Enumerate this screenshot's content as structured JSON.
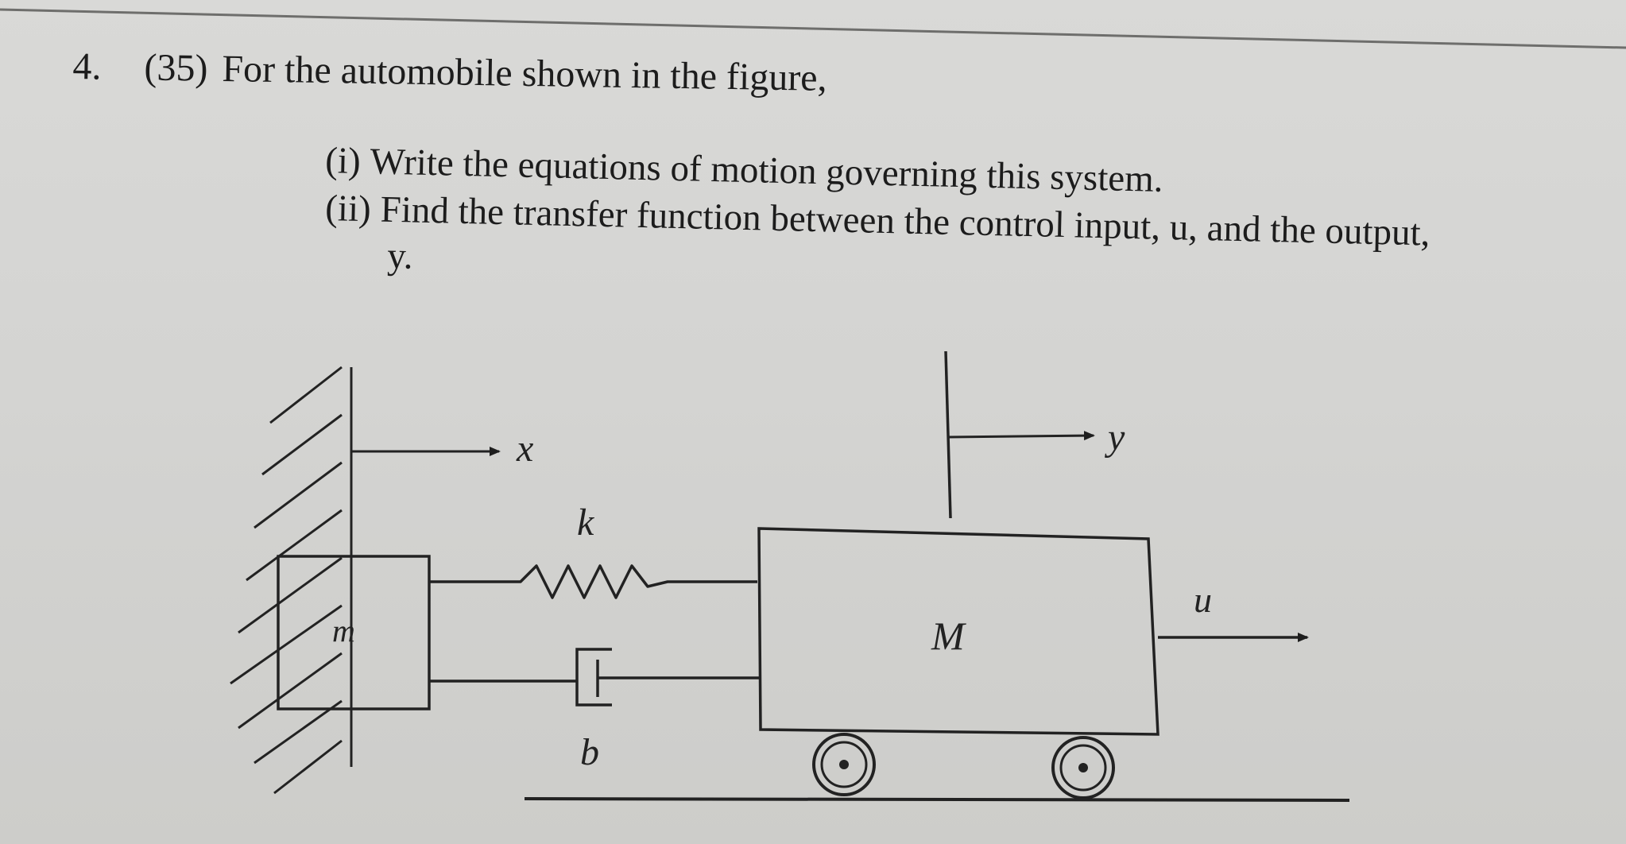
{
  "problem": {
    "number": "4.",
    "points": "(35)",
    "statement": "For the automobile shown in the figure,"
  },
  "parts": [
    {
      "tag": "(i)",
      "text": "Write the equations of motion governing this system."
    },
    {
      "tag": "(ii)",
      "text": "Find the transfer function between the control input, u, and the output,",
      "continuation": "y."
    }
  ],
  "figure": {
    "labels": {
      "x": "x",
      "y": "y",
      "k": "k",
      "b": "b",
      "m": "m",
      "M": "M",
      "u": "u"
    }
  }
}
